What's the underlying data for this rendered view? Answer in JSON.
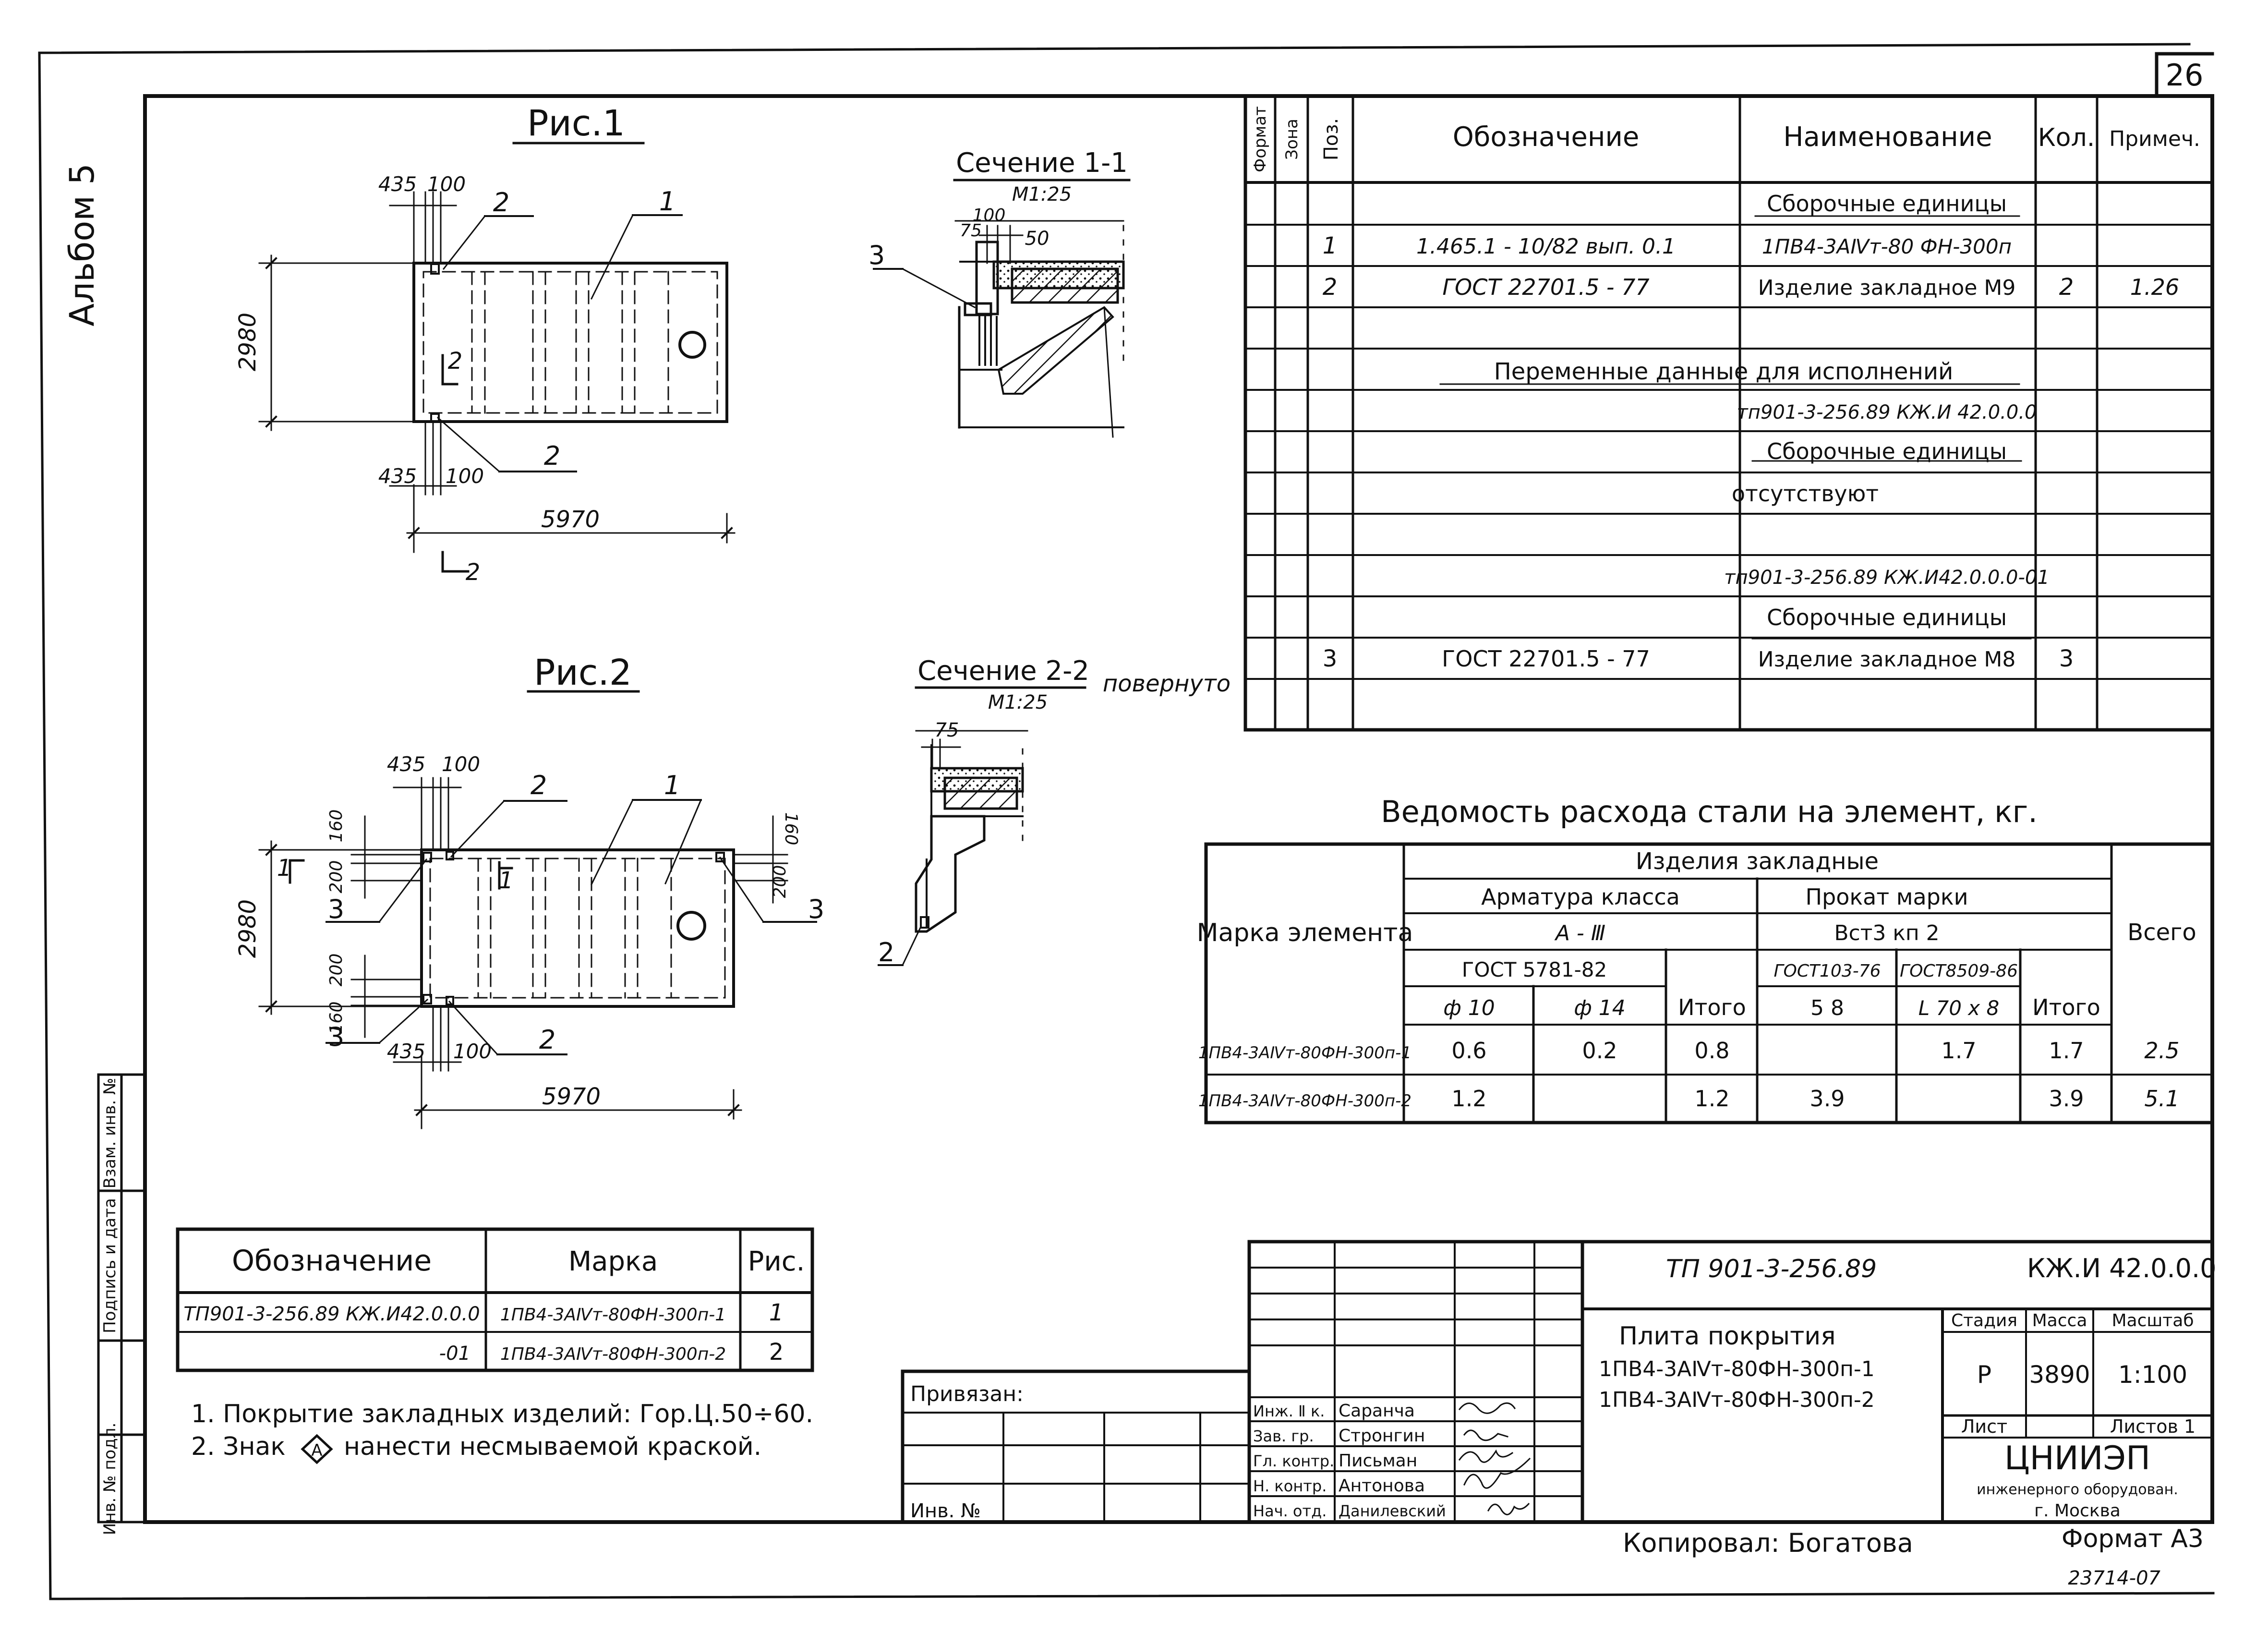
{
  "page_number": "26",
  "album": "Альбом 5",
  "copy_number": "23714-07",
  "figures": {
    "fig1": {
      "title": "Рис.1",
      "dim_width": "2980",
      "dim_length": "5970",
      "dim_a_top": "435",
      "dim_b_top": "100",
      "dim_a_bot": "435",
      "dim_b_bot": "100",
      "pos_1": "1",
      "pos_2_top": "2",
      "pos_2_bot": "2",
      "section_mark": "2",
      "section_mark_b": "2"
    },
    "fig2": {
      "title": "Рис.2",
      "dim_width": "2980",
      "dim_length": "5970",
      "dim_a_top": "435",
      "dim_b_top": "100",
      "dim_a_bot": "435",
      "dim_b_bot": "100",
      "dim_160_tl": "160",
      "dim_200_tl": "200",
      "dim_200_bl": "200",
      "dim_160_bl": "160",
      "dim_160_r": "160",
      "dim_200_r": "200",
      "pos_1": "1",
      "pos_2_top": "2",
      "pos_2_bot": "2",
      "pos_3_left": "3",
      "pos_3_left_b": "3",
      "pos_3_right": "3",
      "mark_left": "1",
      "mark_mid": "1"
    },
    "sec1": {
      "title": "Сечение 1-1",
      "scale": "М1:25",
      "dim_75": "75",
      "dim_100": "100",
      "dim_50": "50",
      "pos_3": "3"
    },
    "sec2": {
      "title": "Сечение 2-2",
      "note": "повернуто",
      "scale": "М1:25",
      "dim_75": "75",
      "pos_2": "2"
    }
  },
  "spec_table": {
    "headers": {
      "format": "Формат",
      "zone": "Зона",
      "pos": "Поз.",
      "designation": "Обозначение",
      "name": "Наименование",
      "qty": "Кол.",
      "note": "Примеч."
    },
    "rows": [
      {
        "pos": "",
        "designation": "",
        "name": "Сборочные единицы",
        "qty": "",
        "note": ""
      },
      {
        "pos": "1",
        "designation": "1.465.1 - 10/82  вып. 0.1",
        "name": "1ПВ4-3АⅣт-80 ФН-300п",
        "qty": "",
        "note": ""
      },
      {
        "pos": "2",
        "designation": "ГОСТ 22701.5 - 77",
        "name": "Изделие закладное М9",
        "qty": "2",
        "note": "1.26"
      },
      {
        "pos": "",
        "designation": "",
        "name": "",
        "qty": "",
        "note": ""
      },
      {
        "pos": "",
        "designation": "",
        "name": "",
        "qty": "",
        "note": ""
      },
      {
        "pos": "",
        "designation": "",
        "name": "тп901-3-256.89 КЖ.И 42.0.0.0",
        "qty": "",
        "note": ""
      },
      {
        "pos": "",
        "designation": "",
        "name": "Сборочные единицы",
        "qty": "",
        "note": ""
      },
      {
        "pos": "",
        "designation": "",
        "name": "отсутствуют",
        "qty": "",
        "note": ""
      },
      {
        "pos": "",
        "designation": "",
        "name": "",
        "qty": "",
        "note": ""
      },
      {
        "pos": "",
        "designation": "",
        "name": "тп901-3-256.89 КЖ.И42.0.0.0-01",
        "qty": "",
        "note": ""
      },
      {
        "pos": "",
        "designation": "",
        "name": "Сборочные единицы",
        "qty": "",
        "note": ""
      },
      {
        "pos": "3",
        "designation": "ГОСТ 22701.5 - 77",
        "name": "Изделие закладное М8",
        "qty": "3",
        "note": ""
      },
      {
        "pos": "",
        "designation": "",
        "name": "",
        "qty": "",
        "note": ""
      }
    ],
    "variable_data_title": "Переменные данные для исполнений"
  },
  "steel_table": {
    "title": "Ведомость расхода стали на элемент, кг.",
    "h_element": "Марка элемента",
    "h_embedded": "Изделия закладные",
    "h_rebar": "Арматура класса",
    "h_rebar_class": "А - Ⅲ",
    "h_rebar_gost": "ГОСТ 5781-82",
    "h_d10": "ф 10",
    "h_d14": "ф 14",
    "h_itogo1": "Итого",
    "h_rolled": "Прокат марки",
    "h_rolled_grade": "Вст3 кп 2",
    "h_gost103": "ГОСТ103-76",
    "h_gost8509": "ГОСТ8509-86",
    "h_s8": "5 8",
    "h_l70": "L 70 x 8",
    "h_itogo2": "Итого",
    "h_total": "Всего",
    "rows": [
      {
        "mark": "1ПВ4-3АⅣт-80ФН-300п-1",
        "d10": "0.6",
        "d14": "0.2",
        "itogo1": "0.8",
        "s8": "",
        "l70": "1.7",
        "itogo2": "1.7",
        "total": "2.5"
      },
      {
        "mark": "1ПВ4-3АⅣт-80ФН-300п-2",
        "d10": "1.2",
        "d14": "",
        "itogo1": "1.2",
        "s8": "3.9",
        "l70": "",
        "itogo2": "3.9",
        "total": "5.1"
      }
    ]
  },
  "marks_table": {
    "headers": {
      "designation": "Обозначение",
      "mark": "Марка",
      "fig": "Рис."
    },
    "rows": [
      {
        "designation": "ТП901-3-256.89  КЖ.И42.0.0.0",
        "mark": "1ПВ4-3АⅣт-80ФН-300п-1",
        "fig": "1"
      },
      {
        "designation": "-01",
        "mark": "1ПВ4-3АⅣт-80ФН-300п-2",
        "fig": "2"
      }
    ]
  },
  "notes": [
    "1. Покрытие закладных изделий: Гор.Ц.50÷60.",
    "2. Знак",
    "нанести несмываемой краской."
  ],
  "note_sign": "А",
  "left_strip": [
    "Инв. № подл.",
    "Подпись и дата",
    "Взам. инв. №"
  ],
  "title_block": {
    "privyazan": "Привязан:",
    "inv_no": "Инв. №",
    "code": "ТП 901-3-256.89",
    "code_right": "КЖ.И 42.0.0.0",
    "name_l1": "Плита покрытия",
    "name_l2": "1ПВ4-3АⅣт-80ФН-300п-1",
    "name_l3": "1ПВ4-3АⅣт-80ФН-300п-2",
    "stage_h": "Стадия",
    "mass_h": "Масса",
    "scale_h": "Масштаб",
    "stage": "Р",
    "mass": "3890",
    "scale": "1:100",
    "sheet_h": "Лист",
    "sheets_h": "Листов 1",
    "org": "ЦНИИЭП",
    "org_l2": "инженерного оборудован.",
    "org_l3": "г. Москва",
    "roles": [
      {
        "role": "Инж. Ⅱ к.",
        "name": "Саранча"
      },
      {
        "role": "Зав. гр.",
        "name": "Стронгин"
      },
      {
        "role": "Гл. контр.",
        "name": "Письман"
      },
      {
        "role": "Н. контр.",
        "name": "Антонова"
      },
      {
        "role": "Нач. отд.",
        "name": "Данилевский"
      }
    ],
    "copied": "Копировал:  Богатова",
    "format": "Формат А3"
  }
}
